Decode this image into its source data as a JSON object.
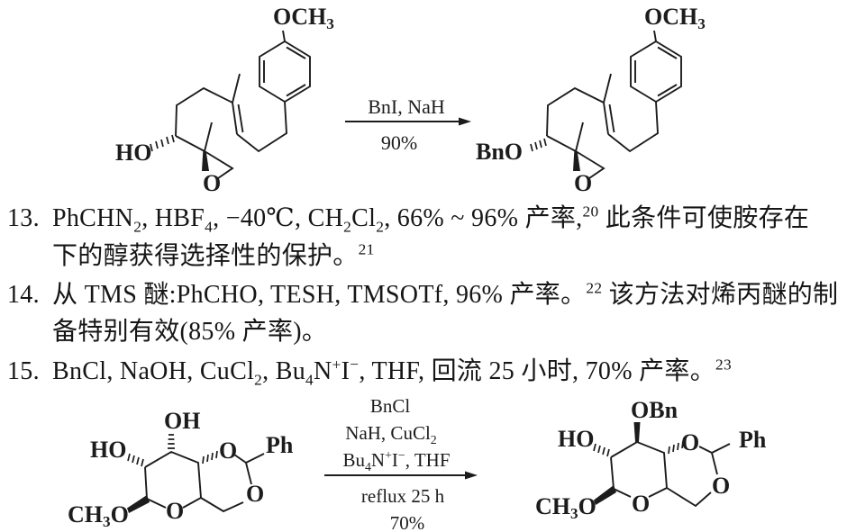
{
  "ink_color": "#1c1c1c",
  "background_color": "#ffffff",
  "scheme_top": {
    "reagent_above": "BnI, NaH",
    "yield_below": "90%",
    "reactant": {
      "hydroxyl": "HO",
      "methoxy": [
        {
          "t": "OCH"
        },
        {
          "s": "sub",
          "t": "3"
        }
      ],
      "epoxide_oxygen": "O"
    },
    "product": {
      "benzyloxy": "BnO",
      "methoxy": [
        {
          "t": "OCH"
        },
        {
          "s": "sub",
          "t": "3"
        }
      ],
      "epoxide_oxygen": "O"
    }
  },
  "document": {
    "items": [
      {
        "number": "13.",
        "lines": [
          [
            {
              "t": "PhCHN"
            },
            {
              "s": "sub",
              "t": "2"
            },
            {
              "t": ", HBF"
            },
            {
              "s": "sub",
              "t": "4"
            },
            {
              "t": ", −40℃, CH"
            },
            {
              "s": "sub",
              "t": "2"
            },
            {
              "t": "Cl"
            },
            {
              "s": "sub",
              "t": "2"
            },
            {
              "t": ", 66% ~ 96% 产率,"
            },
            {
              "s": "sup",
              "t": "20"
            },
            {
              "t": "  此条件可使胺存在"
            }
          ],
          [
            {
              "t": "下的醇获得选择性的保护。"
            },
            {
              "s": "sup",
              "t": "21"
            }
          ]
        ]
      },
      {
        "number": "14.",
        "lines": [
          [
            {
              "t": "从 TMS 醚:PhCHO, TESH, TMSOTf, 96% 产率。"
            },
            {
              "s": "sup",
              "t": "22"
            },
            {
              "t": "  该方法对烯丙醚的制"
            }
          ],
          [
            {
              "t": "备特别有效(85% 产率)。"
            }
          ]
        ]
      },
      {
        "number": "15.",
        "lines": [
          [
            {
              "t": "BnCl, NaOH, CuCl"
            },
            {
              "s": "sub",
              "t": "2"
            },
            {
              "t": ", Bu"
            },
            {
              "s": "sub",
              "t": "4"
            },
            {
              "t": "N"
            },
            {
              "s": "sup",
              "t": "+"
            },
            {
              "t": "I"
            },
            {
              "s": "sup",
              "t": "−"
            },
            {
              "t": ", THF, 回流 25 小时, 70% 产率。"
            },
            {
              "s": "sup",
              "t": "23"
            }
          ]
        ]
      }
    ]
  },
  "scheme_bottom": {
    "reagents_above": [
      [
        {
          "t": "BnCl"
        }
      ],
      [
        {
          "t": "NaH, CuCl"
        },
        {
          "s": "sub",
          "t": "2"
        }
      ],
      [
        {
          "t": "Bu"
        },
        {
          "s": "sub",
          "t": "4"
        },
        {
          "t": "N"
        },
        {
          "s": "sup",
          "t": "+"
        },
        {
          "t": "I"
        },
        {
          "s": "sup",
          "t": "−"
        },
        {
          "t": ", THF"
        }
      ]
    ],
    "conditions_below": [
      [
        {
          "t": "reflux 25 h"
        }
      ],
      [
        {
          "t": "70%"
        }
      ]
    ],
    "reactant": {
      "c3_substituent": "OH",
      "c2_substituent": "HO",
      "anomeric_methoxy": [
        {
          "t": "CH"
        },
        {
          "s": "sub",
          "t": "3"
        },
        {
          "t": "O"
        }
      ],
      "ring_oxygen": "O",
      "acetal_oxygen_top": "O",
      "acetal_oxygen_bottom": "O",
      "phenyl": "Ph"
    },
    "product": {
      "c3_substituent": "OBn",
      "c2_substituent": "HO",
      "anomeric_methoxy": [
        {
          "t": "CH"
        },
        {
          "s": "sub",
          "t": "3"
        },
        {
          "t": "O"
        }
      ],
      "ring_oxygen": "O",
      "acetal_oxygen_top": "O",
      "acetal_oxygen_bottom": "O",
      "phenyl": "Ph"
    }
  }
}
